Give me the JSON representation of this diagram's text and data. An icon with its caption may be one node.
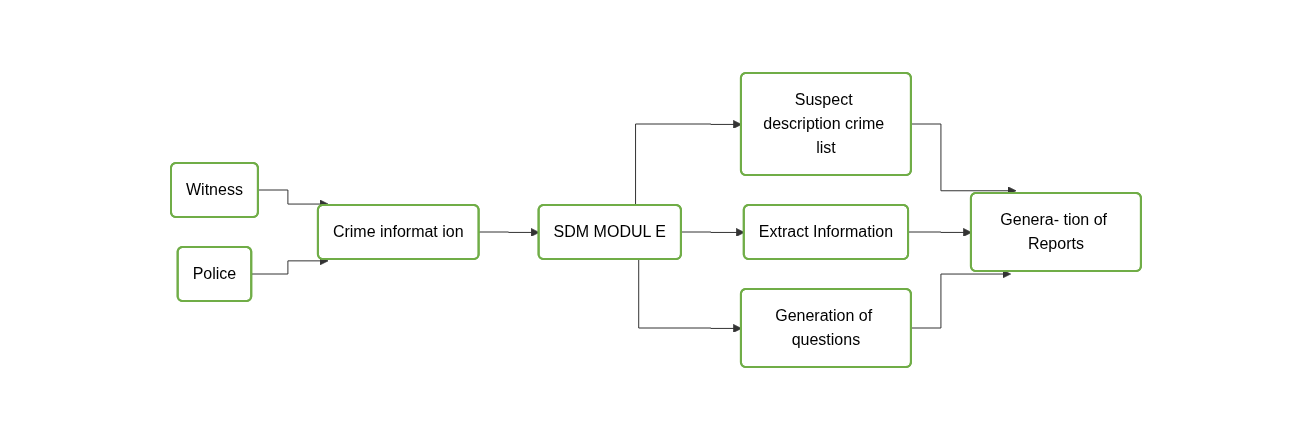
{
  "diagram": {
    "nodes": [
      {
        "text": [
          "Witness"
        ]
      },
      {
        "text": [
          "Police"
        ]
      },
      {
        "text": [
          "Crime informat ion"
        ]
      },
      {
        "text": [
          "SDM MODUL E"
        ]
      },
      {
        "text": [
          "Suspect description crime list"
        ]
      },
      {
        "text": [
          "Extract Information"
        ]
      },
      {
        "text": [
          "Generation of questions"
        ]
      },
      {
        "text": [
          "Genera- tion of Reports"
        ]
      }
    ],
    "edges": [
      {
        "from": 0,
        "to": 2,
        "arrow": "to"
      },
      {
        "from": 1,
        "to": 2,
        "arrow": "to"
      },
      {
        "from": 2,
        "to": 3,
        "arrow": "to"
      },
      {
        "from": 3,
        "to": 4,
        "arrow": "to"
      },
      {
        "from": 3,
        "to": 5,
        "arrow": "to"
      },
      {
        "from": 3,
        "to": 6,
        "arrow": "to"
      },
      {
        "from": 4,
        "to": 7,
        "arrow": "to"
      },
      {
        "from": 5,
        "to": 7,
        "arrow": "to"
      },
      {
        "from": 6,
        "to": 7,
        "arrow": "to"
      }
    ]
  }
}
